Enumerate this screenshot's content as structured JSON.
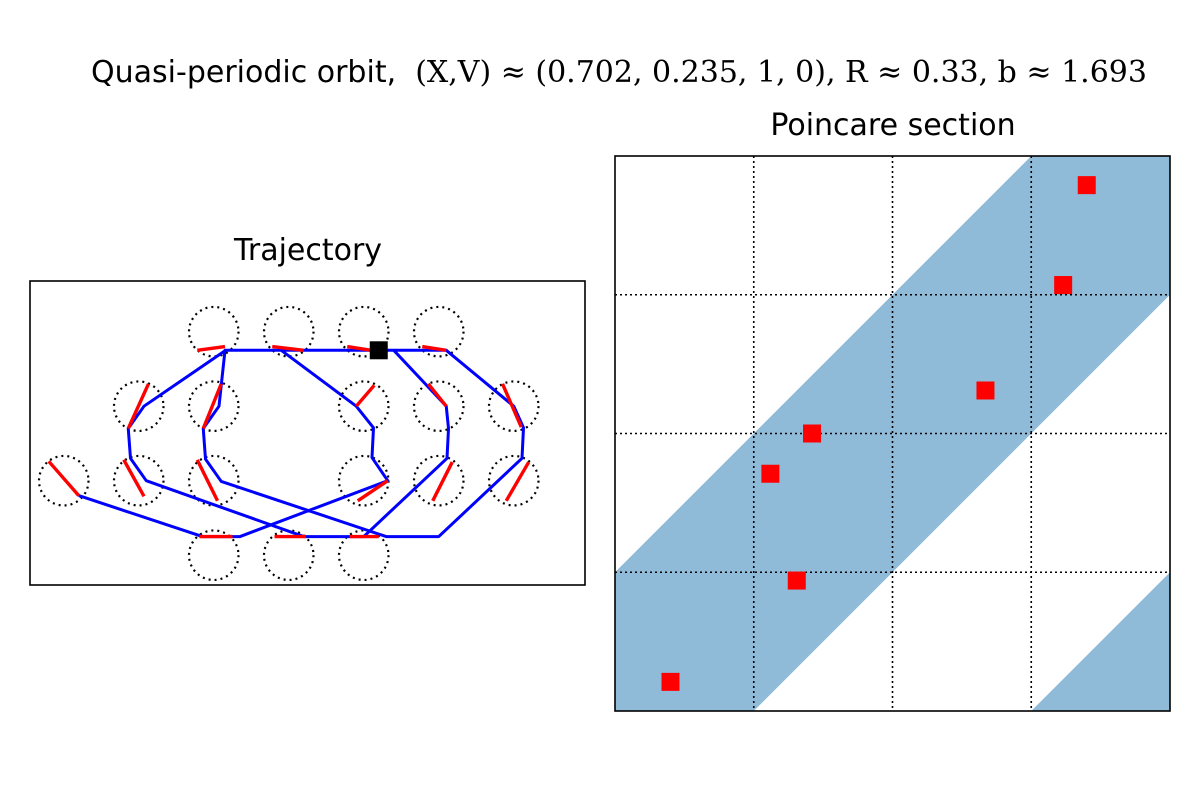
{
  "figure": {
    "suptitle_prefix": "Quasi-periodic orbit,",
    "suptitle_math": "(X,V) ≈ (0.702, 0.235, 1, 0), R ≈ 0.33, b ≈ 1.693"
  },
  "chart_data": [
    {
      "type": "line",
      "title": "Trajectory",
      "grid": false,
      "colors": {
        "trajectory": "#0000ff",
        "contact": "#ff0000",
        "obstacle": "#000000",
        "current": "#000000"
      },
      "scatterer_radius": 0.33,
      "scatterer_centers": [
        [
          2,
          3
        ],
        [
          3,
          3
        ],
        [
          4,
          3
        ],
        [
          5,
          3
        ],
        [
          1,
          2
        ],
        [
          2,
          2
        ],
        [
          4,
          2
        ],
        [
          5,
          2
        ],
        [
          6,
          2
        ],
        [
          0,
          1
        ],
        [
          1,
          1
        ],
        [
          2,
          1
        ],
        [
          4,
          1
        ],
        [
          5,
          1
        ],
        [
          6,
          1
        ],
        [
          2,
          0
        ],
        [
          3,
          0
        ],
        [
          4,
          0
        ]
      ],
      "trajectory_path": [
        [
          0.2,
          0.8
        ],
        [
          1.85,
          0.25
        ],
        [
          2.35,
          0.25
        ],
        [
          4.32,
          1.0
        ],
        [
          4.11,
          1.31
        ],
        [
          4.13,
          1.71
        ],
        [
          3.9,
          2.0
        ],
        [
          2.9,
          2.75
        ],
        [
          3.2,
          2.75
        ],
        [
          4.2,
          2.75
        ],
        [
          5.1,
          2.75
        ],
        [
          6.0,
          2.0
        ],
        [
          6.13,
          1.71
        ],
        [
          6.11,
          1.3
        ],
        [
          5.0,
          0.25
        ],
        [
          4.3,
          0.25
        ],
        [
          2.1,
          0.99
        ],
        [
          1.89,
          1.29
        ],
        [
          1.86,
          1.7
        ],
        [
          2.07,
          2.0
        ],
        [
          2.15,
          2.75
        ],
        [
          2.5,
          2.75
        ],
        [
          2.9,
          2.75
        ],
        [
          4.1,
          2.75
        ],
        [
          4.4,
          2.75
        ],
        [
          5.1,
          2.0
        ],
        [
          5.13,
          1.7
        ],
        [
          5.11,
          1.3
        ],
        [
          4.0,
          0.25
        ],
        [
          3.2,
          0.25
        ],
        [
          1.1,
          1.0
        ],
        [
          0.89,
          1.3
        ],
        [
          0.86,
          1.7
        ],
        [
          1.07,
          2.0
        ],
        [
          2.16,
          2.75
        ],
        [
          3.25,
          2.75
        ],
        [
          4.25,
          2.75
        ]
      ],
      "contact_segments": [
        [
          [
            -0.2,
            1.26
          ],
          [
            0.2,
            0.8
          ]
        ],
        [
          [
            0.8,
            1.28
          ],
          [
            1.07,
            0.79
          ]
        ],
        [
          [
            1.86,
            1.7
          ],
          [
            2.1,
            2.3
          ]
        ],
        [
          [
            0.86,
            1.7
          ],
          [
            1.13,
            2.3
          ]
        ],
        [
          [
            1.78,
            1.28
          ],
          [
            2.05,
            0.73
          ]
        ],
        [
          [
            1.81,
            0.25
          ],
          [
            2.25,
            0.25
          ]
        ],
        [
          [
            2.81,
            0.25
          ],
          [
            3.23,
            0.25
          ]
        ],
        [
          [
            3.81,
            0.25
          ],
          [
            4.2,
            0.25
          ]
        ],
        [
          [
            3.92,
            0.73
          ],
          [
            4.32,
            1.0
          ]
        ],
        [
          [
            4.92,
            0.73
          ],
          [
            5.18,
            1.25
          ]
        ],
        [
          [
            5.9,
            0.73
          ],
          [
            6.2,
            1.25
          ]
        ],
        [
          [
            3.9,
            2.0
          ],
          [
            4.14,
            2.28
          ]
        ],
        [
          [
            4.86,
            2.3
          ],
          [
            5.1,
            2.0
          ]
        ],
        [
          [
            5.85,
            2.3
          ],
          [
            6.1,
            1.72
          ]
        ],
        [
          [
            1.78,
            2.75
          ],
          [
            2.15,
            2.8
          ]
        ],
        [
          [
            2.78,
            2.8
          ],
          [
            3.2,
            2.75
          ]
        ],
        [
          [
            3.78,
            2.8
          ],
          [
            4.1,
            2.75
          ]
        ],
        [
          [
            4.78,
            2.8
          ],
          [
            5.1,
            2.75
          ]
        ]
      ],
      "current_position": [
        4.2,
        2.75
      ],
      "xlim": [
        -0.45,
        6.95
      ],
      "ylim": [
        -0.4,
        3.68
      ]
    },
    {
      "type": "scatter",
      "title": "Poincare section",
      "grid": true,
      "grid_style": "dotted",
      "xlim": [
        0,
        4
      ],
      "ylim": [
        0,
        4
      ],
      "colors": {
        "points": "#ff0000",
        "region": "#8fbbd9"
      },
      "region_band": {
        "lower_offset": -1,
        "upper_offset": 1,
        "wrap_corners": true
      },
      "points": [
        {
          "x": 0.4,
          "y": 0.21
        },
        {
          "x": 1.31,
          "y": 0.94
        },
        {
          "x": 1.12,
          "y": 1.71
        },
        {
          "x": 1.42,
          "y": 2.0
        },
        {
          "x": 2.67,
          "y": 2.31
        },
        {
          "x": 3.23,
          "y": 3.07
        },
        {
          "x": 3.4,
          "y": 3.79
        }
      ]
    }
  ]
}
